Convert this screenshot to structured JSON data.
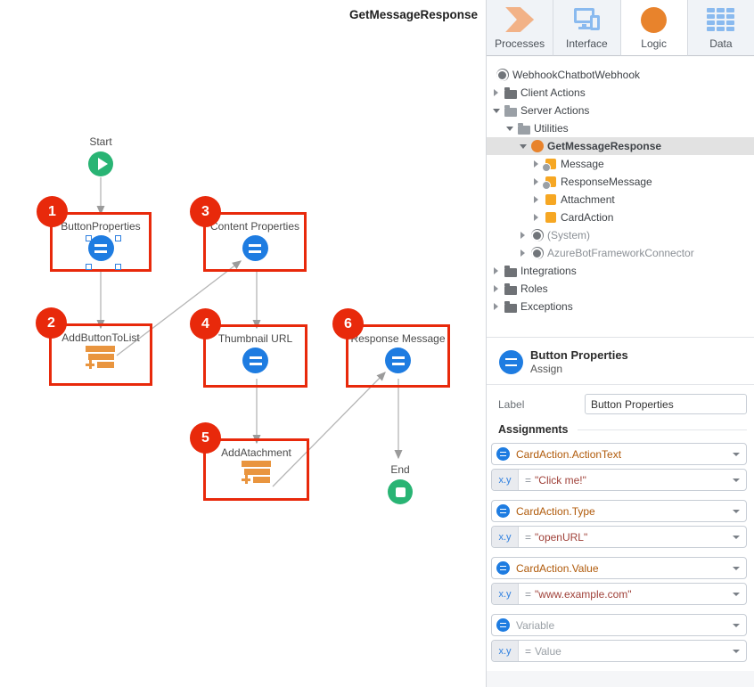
{
  "colors": {
    "annotation_red": "#e8290b",
    "assign_blue": "#1e7ce1",
    "flow_green": "#29b474",
    "logic_orange": "#e8832c",
    "struct_orange": "#f6a723",
    "list_append_orange": "#e9953f",
    "connector_gray": "#b5b5b5",
    "selected_row_gray": "#e2e2e2"
  },
  "canvas": {
    "title": "GetMessageResponse",
    "start_label": "Start",
    "end_label": "End",
    "steps": [
      {
        "n": "1",
        "label": "ButtonProperties",
        "type": "assign"
      },
      {
        "n": "2",
        "label": "AddButtonToList",
        "type": "list-append"
      },
      {
        "n": "3",
        "label": "Content Properties",
        "type": "assign"
      },
      {
        "n": "4",
        "label": "Thumbnail URL",
        "type": "assign"
      },
      {
        "n": "5",
        "label": "AddAtachment",
        "type": "list-append"
      },
      {
        "n": "6",
        "label": "Response Message",
        "type": "assign"
      }
    ]
  },
  "tabs": [
    {
      "label": "Processes",
      "icon": "processes-icon",
      "selected": false
    },
    {
      "label": "Interface",
      "icon": "interface-icon",
      "selected": false
    },
    {
      "label": "Logic",
      "icon": "logic-icon",
      "selected": true
    },
    {
      "label": "Data",
      "icon": "data-icon",
      "selected": false
    }
  ],
  "tree": {
    "items": [
      {
        "label": "WebhookChatbotWebhook",
        "icon": "espace-icon"
      },
      {
        "label": "Client Actions",
        "icon": "folder-icon"
      },
      {
        "label": "Server Actions",
        "icon": "folder-open-icon"
      },
      {
        "label": "Utilities",
        "icon": "folder-open-icon"
      },
      {
        "label": "GetMessageResponse",
        "icon": "server-action-icon",
        "selected": true
      },
      {
        "label": "Message",
        "icon": "structure-input-icon"
      },
      {
        "label": "ResponseMessage",
        "icon": "structure-output-icon"
      },
      {
        "label": "Attachment",
        "icon": "structure-icon"
      },
      {
        "label": "CardAction",
        "icon": "structure-icon"
      },
      {
        "label": "(System)",
        "icon": "espace-icon"
      },
      {
        "label": "AzureBotFrameworkConnector",
        "icon": "espace-icon"
      },
      {
        "label": "Integrations",
        "icon": "folder-icon"
      },
      {
        "label": "Roles",
        "icon": "folder-icon"
      },
      {
        "label": "Exceptions",
        "icon": "folder-icon"
      }
    ]
  },
  "properties": {
    "title": "Button Properties",
    "kind": "Assign",
    "label_caption": "Label",
    "label_value": "Button Properties",
    "assignments_caption": "Assignments",
    "xy_token": "x.y",
    "equals": "=",
    "assignments": [
      {
        "variable": "CardAction.ActionText",
        "value": "\"Click me!\""
      },
      {
        "variable": "CardAction.Type",
        "value": "\"openURL\""
      },
      {
        "variable": "CardAction.Value",
        "value": "\"www.example.com\""
      },
      {
        "variable": "Variable",
        "value": "Value",
        "placeholder": true
      }
    ]
  }
}
